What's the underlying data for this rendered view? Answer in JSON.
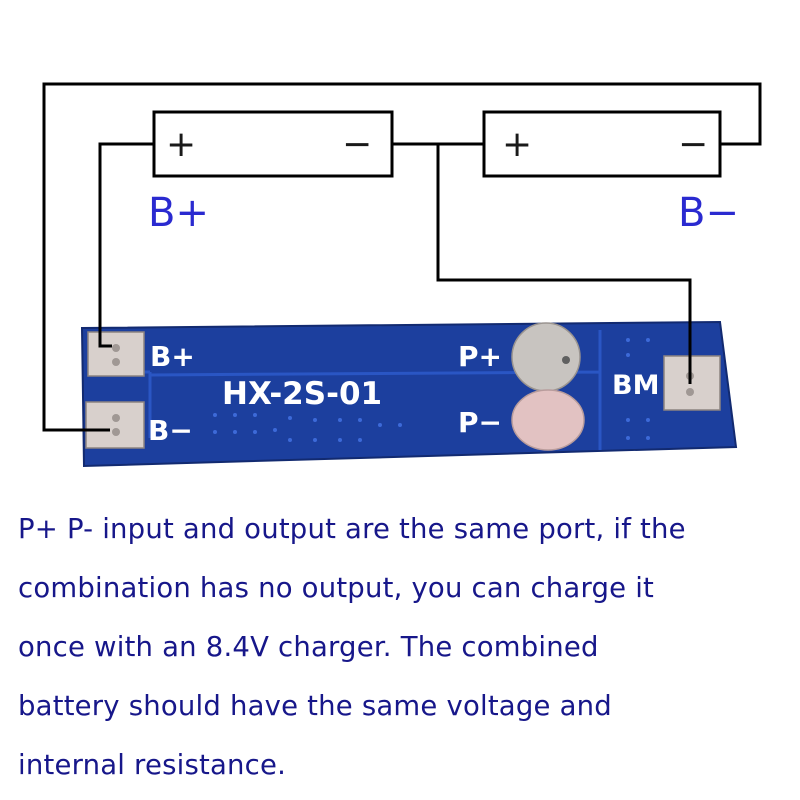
{
  "diagram": {
    "cell_left": {
      "plus": "+",
      "minus": "−"
    },
    "cell_right": {
      "plus": "+",
      "minus": "−"
    },
    "terminal_b_plus": "B+",
    "terminal_b_minus": "B−"
  },
  "board": {
    "pad_b_plus": "B+",
    "pad_b_minus": "B−",
    "model": "HX-2S-01",
    "pad_p_plus": "P+",
    "pad_p_minus": "P−",
    "pad_bm": "BM",
    "colors": {
      "pcb": "#1c3f9e",
      "copper_pad": "#e2c2c2",
      "wire": "#000000"
    }
  },
  "caption": {
    "lines": [
      "P+ P- input and output are the same port, if the",
      "combination has no output, you can charge it",
      "once with an 8.4V charger. The combined",
      "battery should have the same voltage and",
      "internal resistance."
    ]
  }
}
